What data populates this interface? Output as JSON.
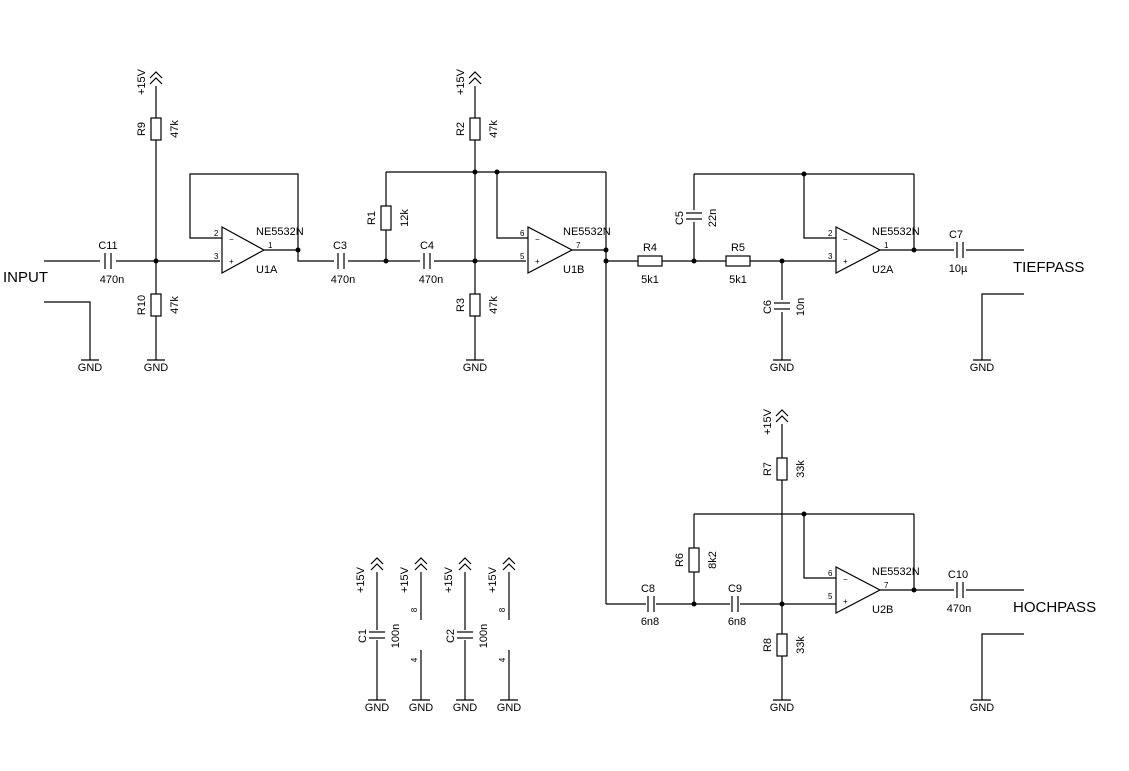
{
  "ports": {
    "input": "INPUT",
    "tiefpass": "TIEFPASS",
    "hochpass": "HOCHPASS"
  },
  "power": {
    "pos": "+15V",
    "gnd": "GND"
  },
  "resistors": {
    "r1": {
      "ref": "R1",
      "val": "12k"
    },
    "r2": {
      "ref": "R2",
      "val": "47k"
    },
    "r3": {
      "ref": "R3",
      "val": "47k"
    },
    "r4": {
      "ref": "R4",
      "val": "5k1"
    },
    "r5": {
      "ref": "R5",
      "val": "5k1"
    },
    "r6": {
      "ref": "R6",
      "val": "8k2"
    },
    "r7": {
      "ref": "R7",
      "val": "33k"
    },
    "r8": {
      "ref": "R8",
      "val": "33k"
    },
    "r9": {
      "ref": "R9",
      "val": "47k"
    },
    "r10": {
      "ref": "R10",
      "val": "47k"
    }
  },
  "capacitors": {
    "c1": {
      "ref": "C1",
      "val": "100n"
    },
    "c2": {
      "ref": "C2",
      "val": "100n"
    },
    "c3": {
      "ref": "C3",
      "val": "470n"
    },
    "c4": {
      "ref": "C4",
      "val": "470n"
    },
    "c5": {
      "ref": "C5",
      "val": "22n"
    },
    "c6": {
      "ref": "C6",
      "val": "10n"
    },
    "c7": {
      "ref": "C7",
      "val": "10µ"
    },
    "c8": {
      "ref": "C8",
      "val": "6n8"
    },
    "c9": {
      "ref": "C9",
      "val": "6n8"
    },
    "c10": {
      "ref": "C10",
      "val": "470n"
    },
    "c11": {
      "ref": "C11",
      "val": "470n"
    }
  },
  "opamps": {
    "u1a": {
      "ref": "U1A",
      "part": "NE5532N",
      "pin_neg": "2",
      "pin_pos": "3",
      "pin_out": "1"
    },
    "u1b": {
      "ref": "U1B",
      "part": "NE5532N",
      "pin_neg": "6",
      "pin_pos": "5",
      "pin_out": "7"
    },
    "u2a": {
      "ref": "U2A",
      "part": "NE5532N",
      "pin_neg": "2",
      "pin_pos": "3",
      "pin_out": "1"
    },
    "u2b": {
      "ref": "U2B",
      "part": "NE5532N",
      "pin_neg": "6",
      "pin_pos": "5",
      "pin_out": "7"
    }
  },
  "supply_pins": {
    "vcc": "8",
    "vee": "4"
  }
}
